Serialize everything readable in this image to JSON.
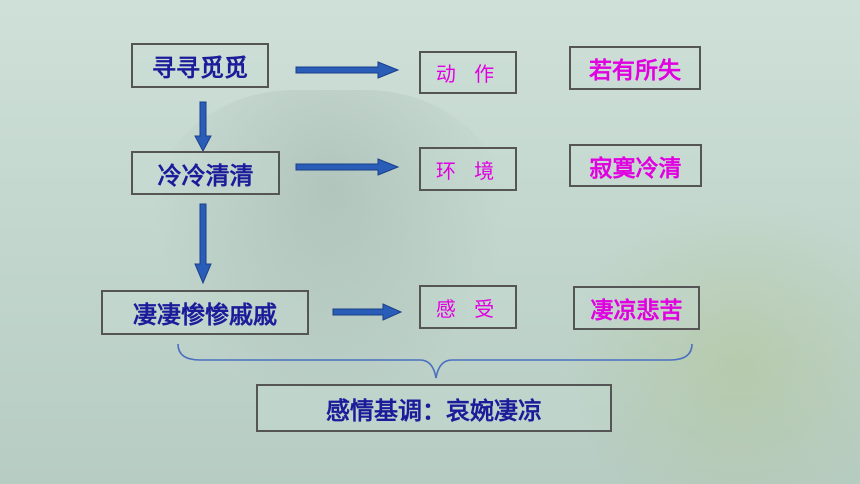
{
  "flow": [
    {
      "term": "寻寻觅觅",
      "aspect": "动 作",
      "feeling": "若有所失"
    },
    {
      "term": "冷冷清清",
      "aspect": "环 境",
      "feeling": "寂寞冷清"
    },
    {
      "term": "凄凄惨惨戚戚",
      "aspect": "感 受",
      "feeling": "凄凉悲苦"
    }
  ],
  "summary": "感情基调：哀婉凄凉",
  "colors": {
    "term_text": "#1c1c9a",
    "aspect_text": "#e000e0",
    "arrow_fill": "#2a5db8",
    "brace": "#4a6fc0"
  }
}
